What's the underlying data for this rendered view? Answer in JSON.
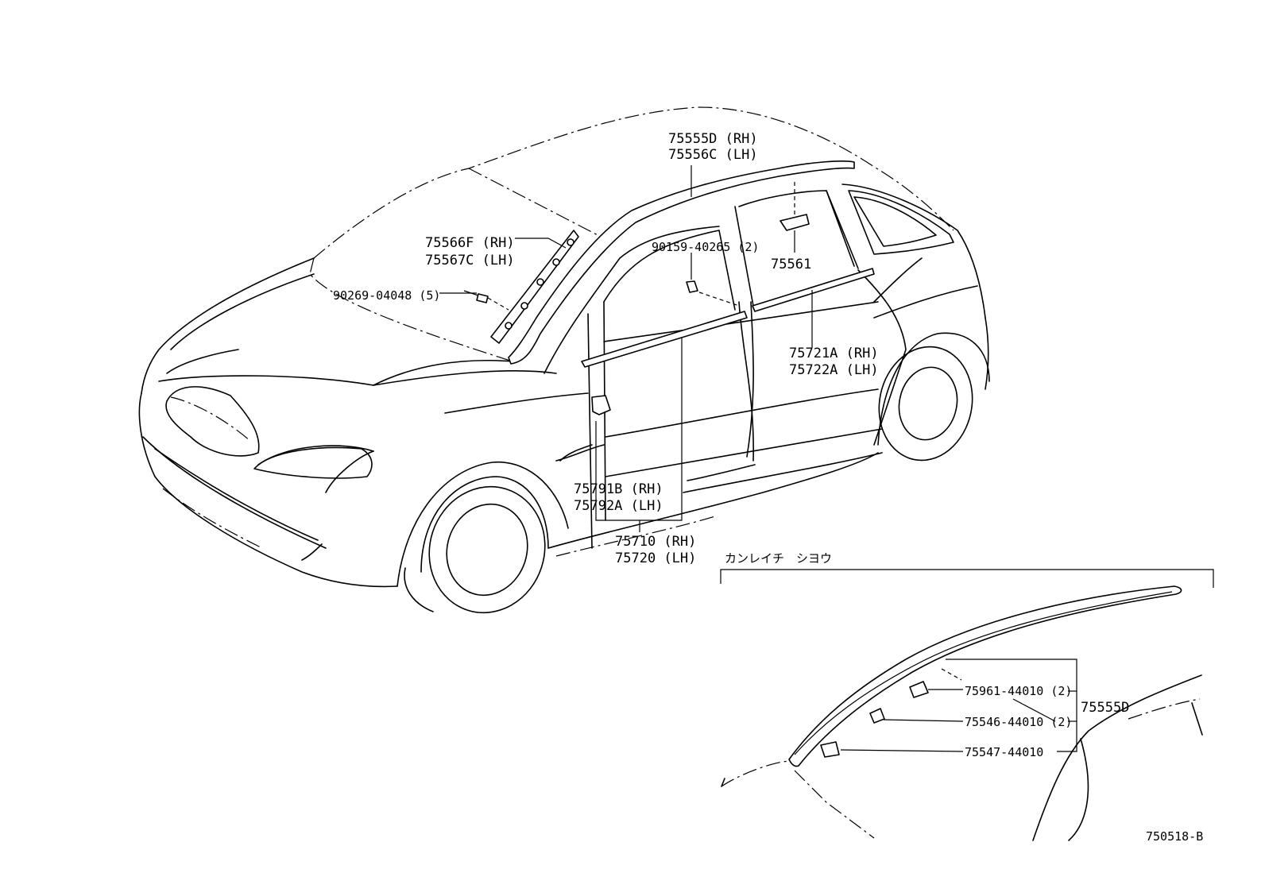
{
  "callouts": {
    "roof_molding_rh": "75555D (RH)",
    "roof_molding_lh": "75556C (LH)",
    "pillar_molding_rh": "75566F (RH)",
    "pillar_molding_lh": "75567C (LH)",
    "screw_front": "90269-04048 (5)",
    "screw_door": "90159-40265 (2)",
    "clip_roof": "75561",
    "rear_belt_rh": "75721A (RH)",
    "rear_belt_lh": "75722A (LH)",
    "front_belt_rh": "75791B (RH)",
    "front_belt_lh": "75792A (LH)",
    "front_door_rh": "75710 (RH)",
    "front_door_lh": "75720 (LH)"
  },
  "detail": {
    "title": "カンレイチ　シヨウ",
    "clip_a": "75961-44010 (2)",
    "clip_b": "75546-44010 (2)",
    "clip_c": "75547-44010",
    "assembly": "75555D"
  },
  "figure_code": "750518-B"
}
